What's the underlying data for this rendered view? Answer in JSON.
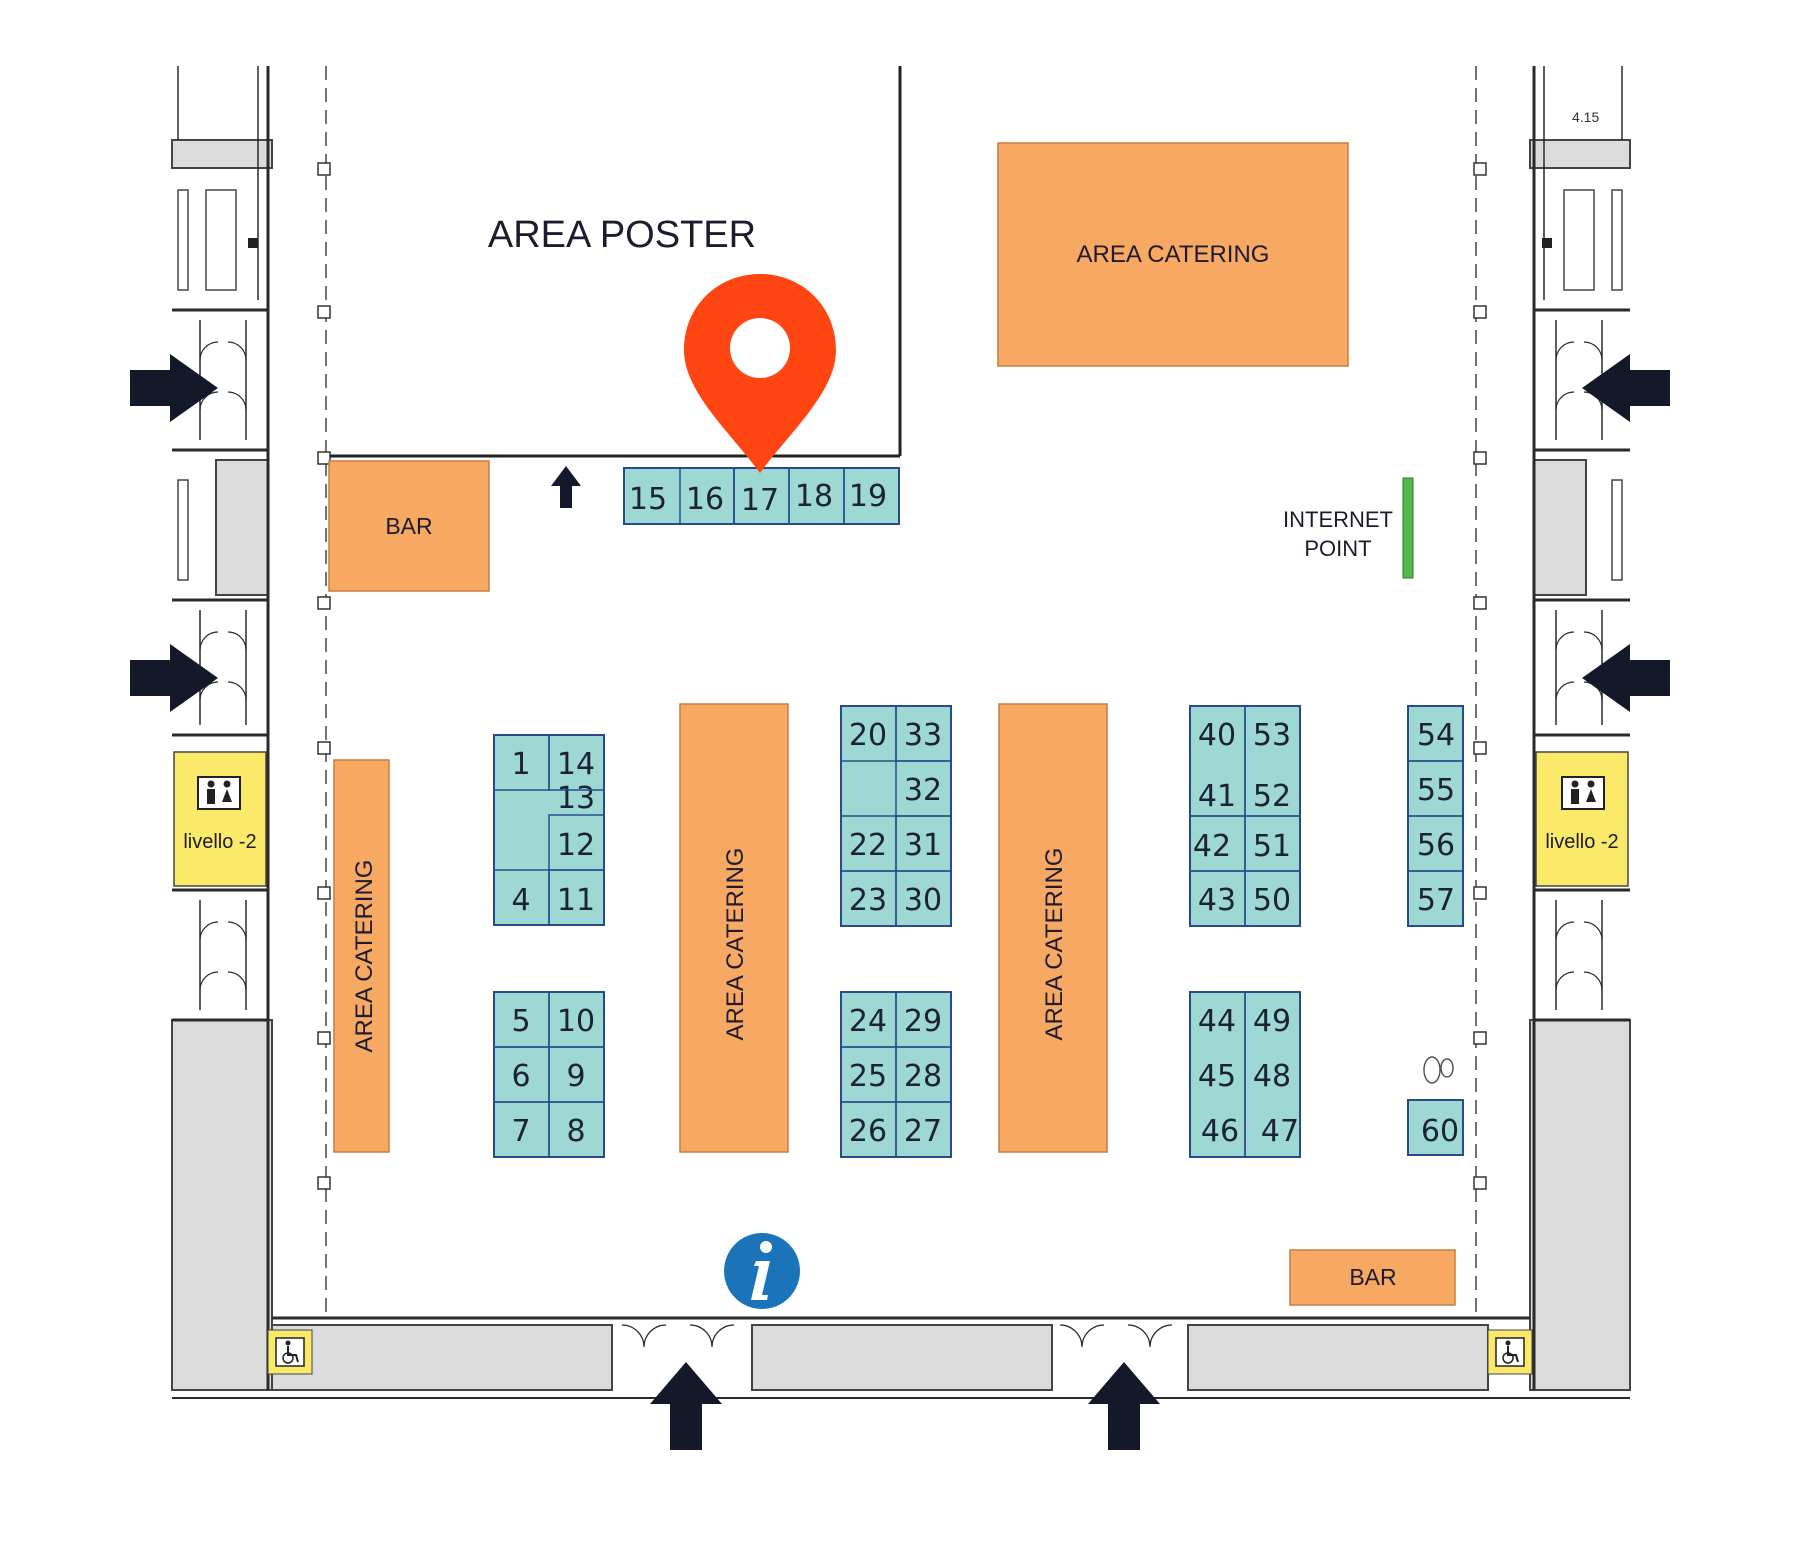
{
  "map": {
    "area_poster_label": "AREA POSTER",
    "internet_point_line1": "INTERNET",
    "internet_point_line2": "POINT",
    "dimension_label": "4.15",
    "colors": {
      "booth_fill": "#9dd8d2",
      "booth_stroke": "#2b4a8c",
      "catering_fill": "#f7a862",
      "restroom_fill": "#fbe96a",
      "corridor_fill": "#dcdcdc",
      "pin": "#ff4612",
      "info": "#1b73ba",
      "internet_point": "#4fb948",
      "arrow": "#14192a"
    },
    "catering_areas": [
      {
        "label": "AREA CATERING"
      },
      {
        "label": "AREA CATERING"
      },
      {
        "label": "AREA CATERING"
      },
      {
        "label": "AREA CATERING"
      }
    ],
    "bars": [
      {
        "label": "BAR"
      },
      {
        "label": "BAR"
      }
    ],
    "restrooms": [
      {
        "label": "livello -2",
        "icon": "restroom-icon"
      },
      {
        "label": "livello -2",
        "icon": "restroom-icon"
      }
    ],
    "booths": [
      "1",
      "4",
      "5",
      "6",
      "7",
      "8",
      "9",
      "10",
      "11",
      "12",
      "13",
      "14",
      "15",
      "16",
      "17",
      "18",
      "19",
      "20",
      "22",
      "23",
      "24",
      "25",
      "26",
      "27",
      "28",
      "29",
      "30",
      "31",
      "32",
      "33",
      "40",
      "41",
      "42",
      "43",
      "44",
      "45",
      "46",
      "47",
      "48",
      "49",
      "50",
      "51",
      "52",
      "53",
      "54",
      "55",
      "56",
      "57",
      "60"
    ],
    "markers": {
      "location_pin_booth": "17",
      "info_icon": "info-icon",
      "accessible_icon": "wheelchair-icon",
      "footprint_icon": "footprints-icon"
    }
  }
}
